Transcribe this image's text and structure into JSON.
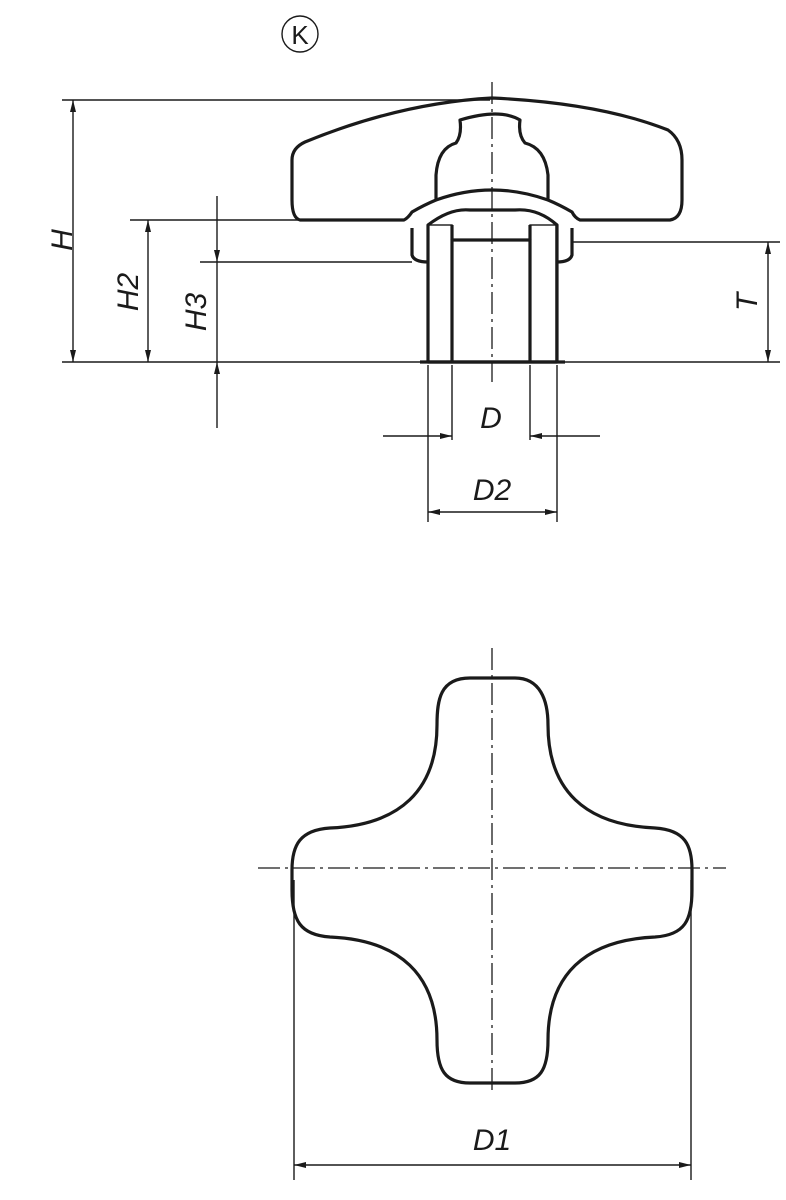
{
  "drawing": {
    "variant_mark": "K",
    "side_view_labels": {
      "H": "H",
      "H2": "H2",
      "H3": "H3",
      "T": "T",
      "D": "D",
      "D2": "D2"
    },
    "top_view_labels": {
      "D1": "D1"
    }
  }
}
